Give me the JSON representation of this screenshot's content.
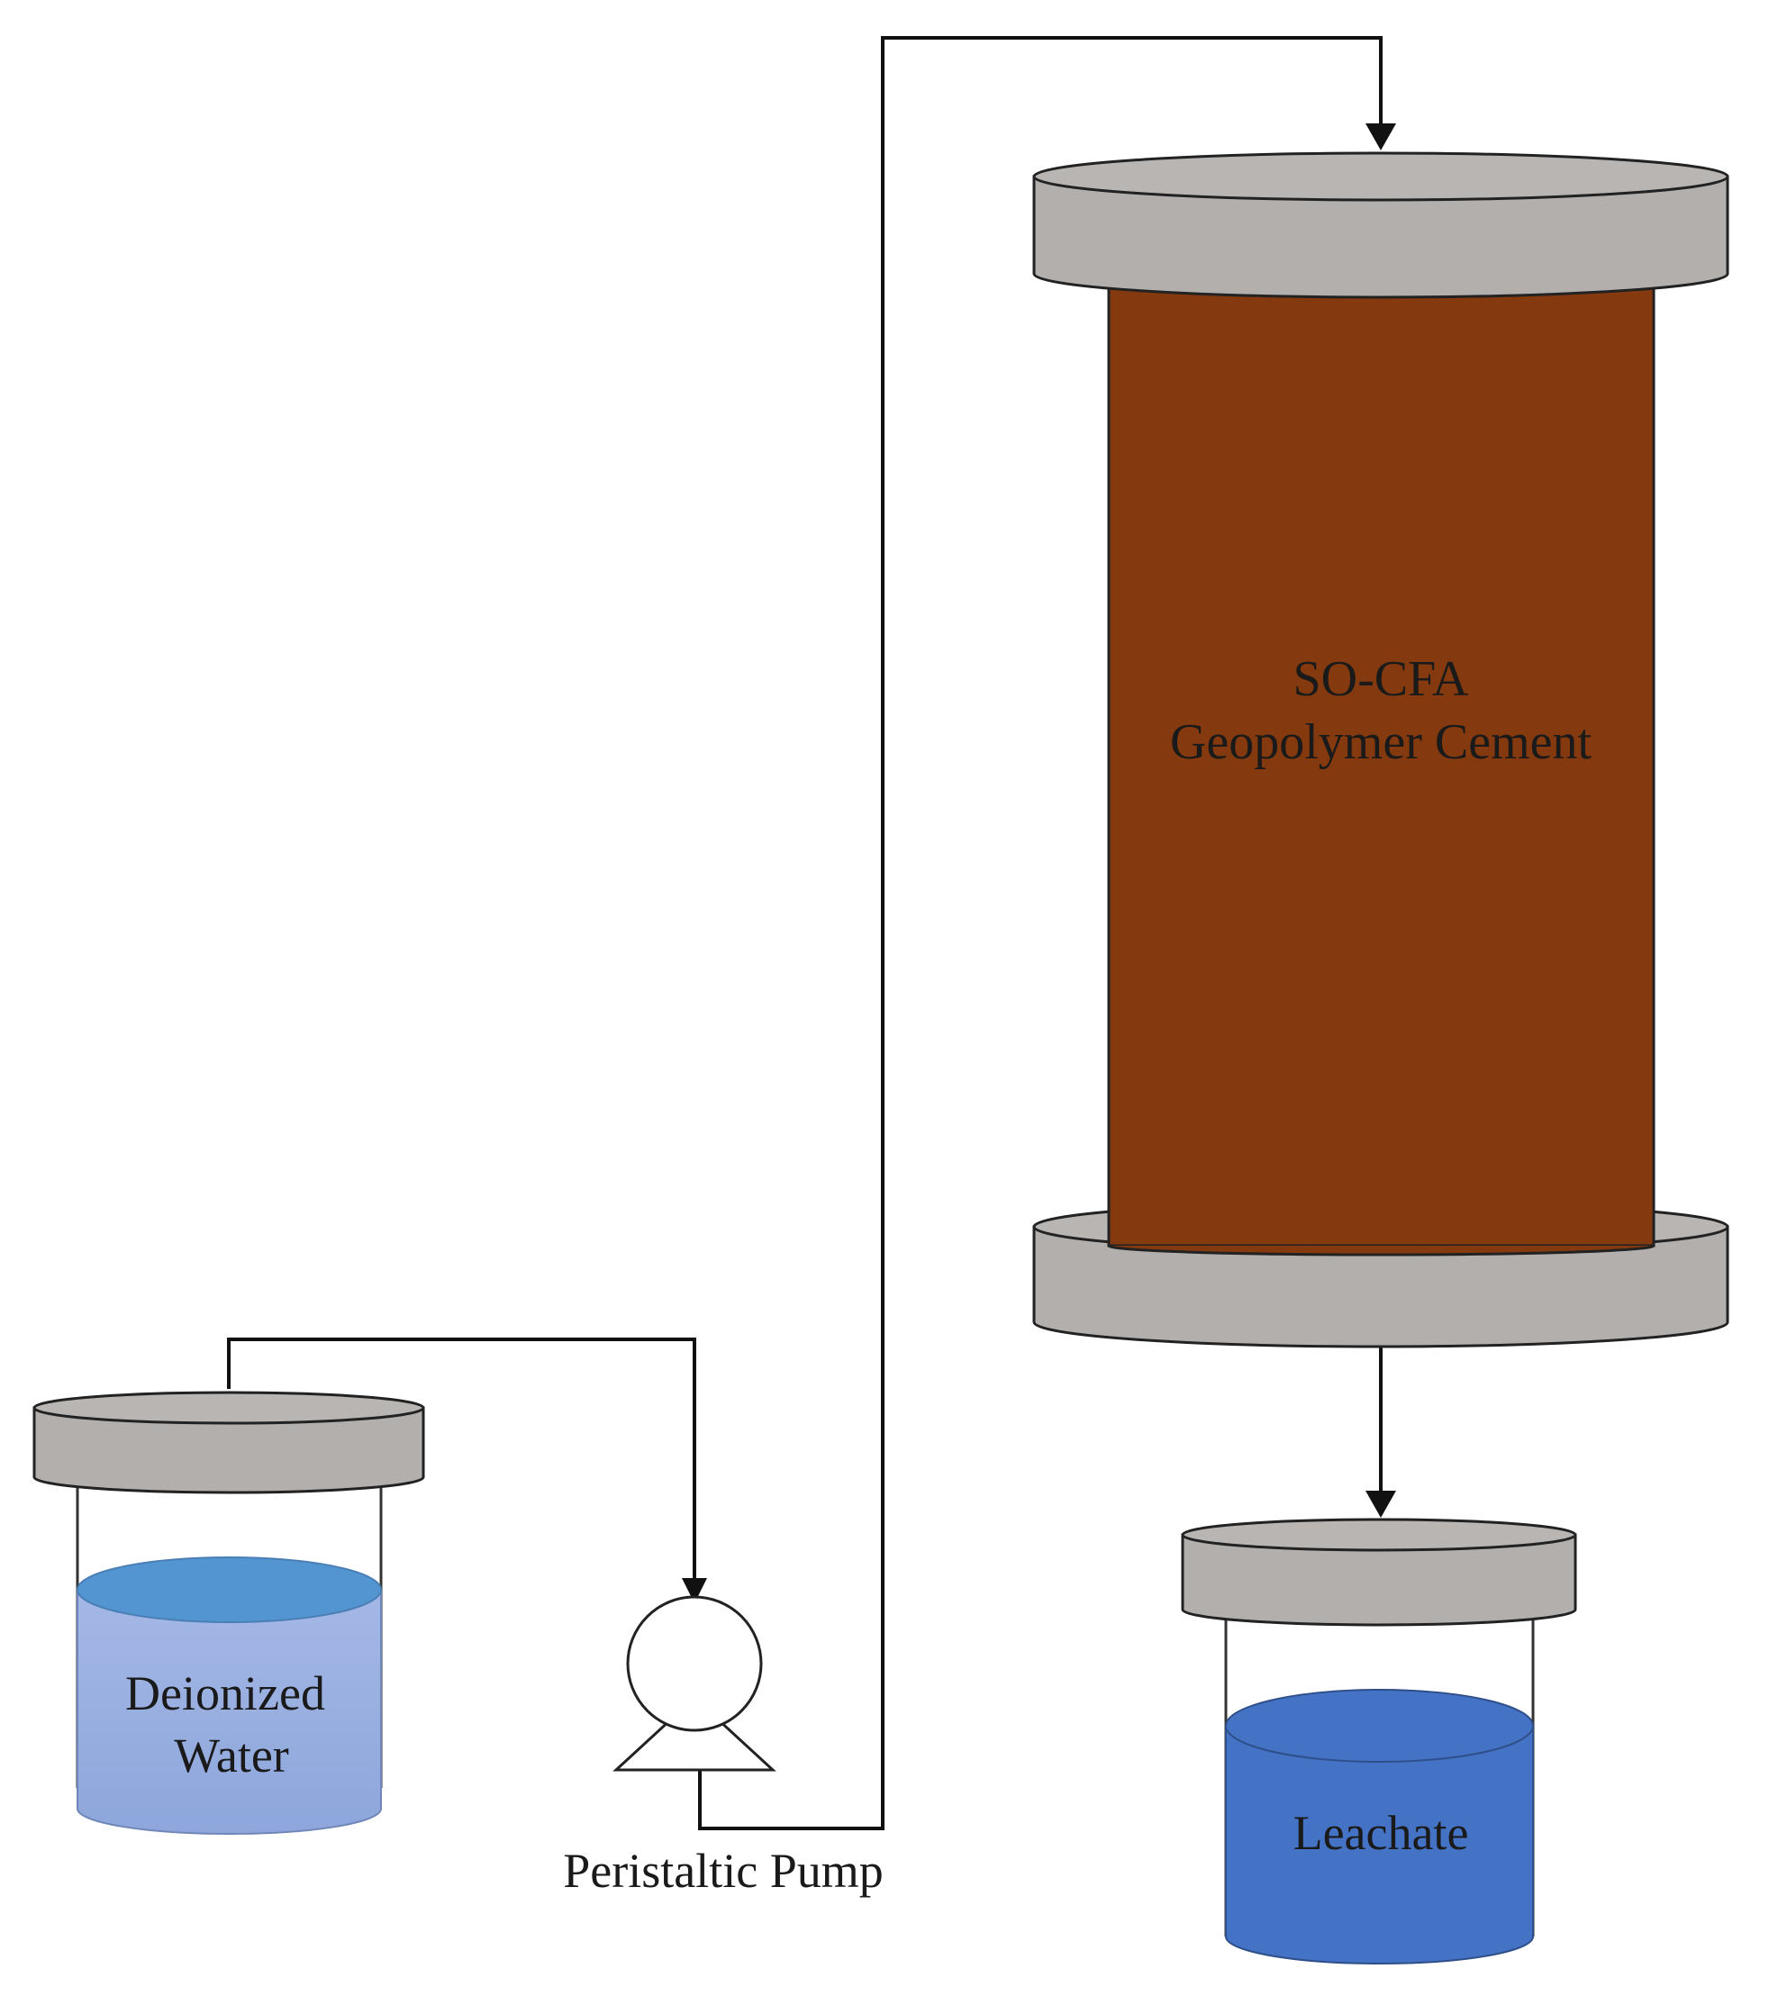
{
  "column": {
    "label_line1": "SO-CFA",
    "label_line2": "Geopolymer Cement"
  },
  "source_container": {
    "label_line1": "Deionized",
    "label_line2": "Water"
  },
  "pump": {
    "label": "Peristaltic Pump"
  },
  "collection_container": {
    "label": "Leachate"
  },
  "colors": {
    "cap_gray": "#b2afad",
    "column_brown": "#84390e",
    "deionized_water_top": "#5395d1",
    "deionized_water_body": "#9bb2e1",
    "leachate_top": "#4472c4",
    "leachate_body": "#4472c4",
    "line": "#111111"
  }
}
